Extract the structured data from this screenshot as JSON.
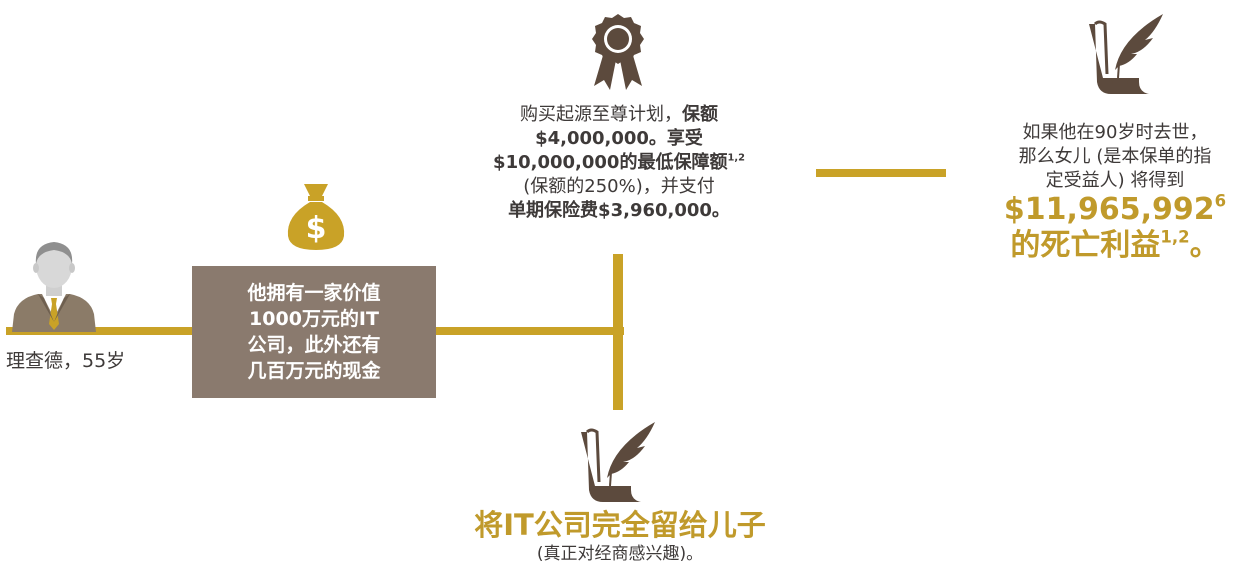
{
  "person": {
    "label": "理查德，55岁",
    "icon": "businessman-avatar-icon"
  },
  "assets": {
    "icon": "money-bag-icon",
    "icon_symbol": "$",
    "line1": "他拥有一家价值",
    "line2": "1000万元的IT",
    "line3": "公司，此外还有",
    "line4": "几百万元的现金"
  },
  "plan": {
    "icon": "award-ribbon-icon",
    "line1_a": "购买起源至尊计划，",
    "line1_b": "保额",
    "line2": "$4,000,000。享受",
    "line3": "$10,000,000的最低保障额",
    "line3_sup": "1,2",
    "line4": "(保额的250%)，并支付",
    "line5": "单期保险费$3,960,000。"
  },
  "daughter": {
    "icon": "quill-scroll-icon",
    "line1": "如果他在90岁时去世，",
    "line2": "那么女儿 (是本保单的指",
    "line3": "定受益人) 将得到",
    "amount": "$11,965,992",
    "amount_sup": "6",
    "benefit": "的死亡利益",
    "benefit_sup": "1,2",
    "benefit_end": "。"
  },
  "son": {
    "icon": "quill-scroll-icon",
    "title": "将IT公司完全留给儿子",
    "subtitle": "(真正对经商感兴趣)。"
  },
  "colors": {
    "gold": "#c9a227",
    "gold_text": "#c09a2b",
    "brown": "#5c4a3d",
    "box_bg": "#8a7a6e",
    "text": "#3e3a39"
  }
}
